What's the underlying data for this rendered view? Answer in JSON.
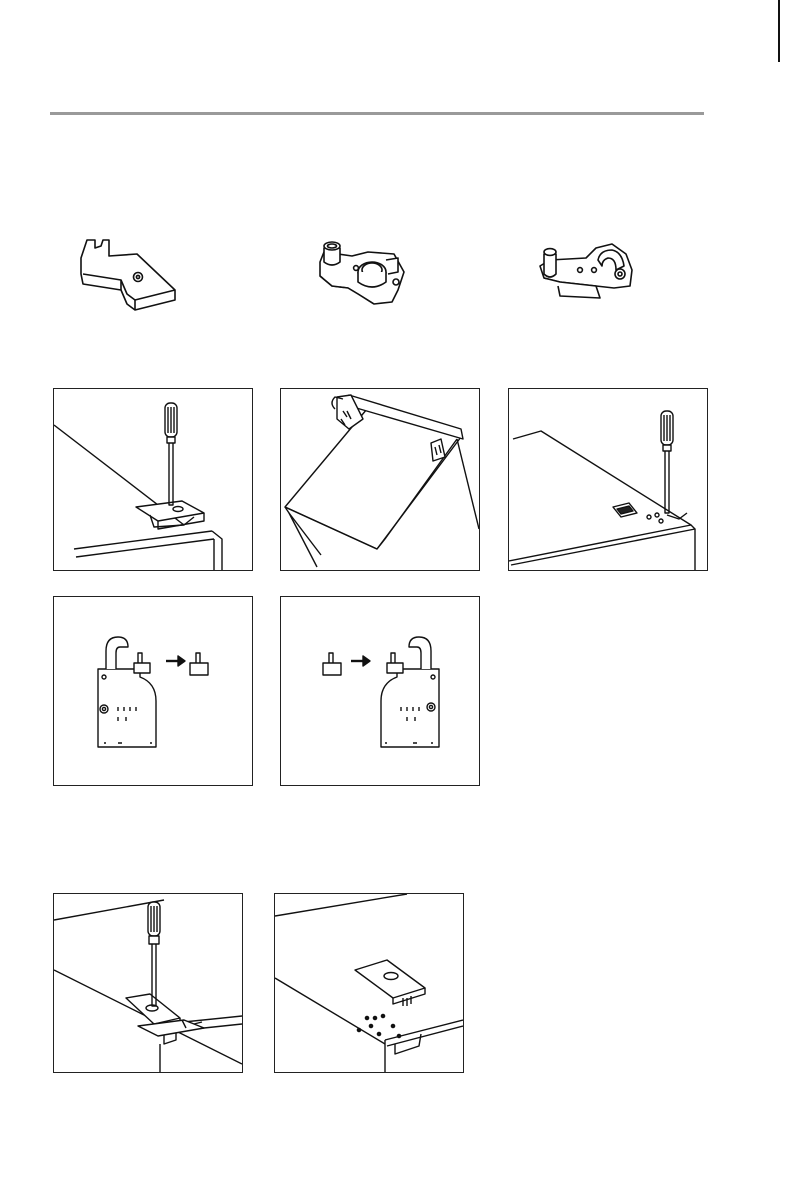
{
  "page": {
    "colors": {
      "rule": "#9a9a9a",
      "ink": "#111111",
      "background": "#ffffff"
    }
  },
  "parts": [
    {
      "name": "upper-hinge-plate"
    },
    {
      "name": "hinge-with-pin-bushing"
    },
    {
      "name": "reversed-hinge-with-pin"
    }
  ],
  "figures": [
    {
      "name": "unscrew-top-hinge"
    },
    {
      "name": "lift-door-off-hinge"
    },
    {
      "name": "unscrew-opposite-side"
    },
    {
      "name": "move-pin-off-hinge"
    },
    {
      "name": "move-pin-onto-hinge"
    },
    {
      "name": "screw-hinge-plate"
    },
    {
      "name": "hinge-plate-installed"
    }
  ],
  "icons": [
    "screwdriver-icon",
    "arrow-right-icon"
  ]
}
